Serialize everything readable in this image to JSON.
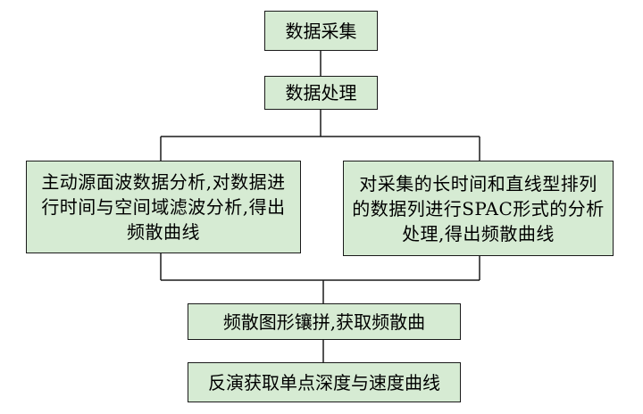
{
  "diagram": {
    "nodes": {
      "collect": {
        "label": "数据采集"
      },
      "process": {
        "label": "数据处理"
      },
      "active": {
        "label": "主动源面波数据分析,对数据进行时间与空间域滤波分析,得出频散曲线"
      },
      "passive": {
        "label": "对采集的长时间和直线型排列的数据列进行SPAC形式的分析处理,得出频散曲线"
      },
      "mosaic": {
        "label": "频散图形镶拼,获取频散曲"
      },
      "inversion": {
        "label": "反演获取单点深度与速度曲线"
      }
    },
    "edges": [
      {
        "from": "collect",
        "to": "process"
      },
      {
        "from": "process",
        "to": "active"
      },
      {
        "from": "process",
        "to": "passive"
      },
      {
        "from": "active",
        "to": "mosaic"
      },
      {
        "from": "passive",
        "to": "mosaic"
      },
      {
        "from": "mosaic",
        "to": "inversion"
      }
    ],
    "colors": {
      "box_fill": "#d6ebd3",
      "stroke": "#1a1a1a"
    }
  }
}
